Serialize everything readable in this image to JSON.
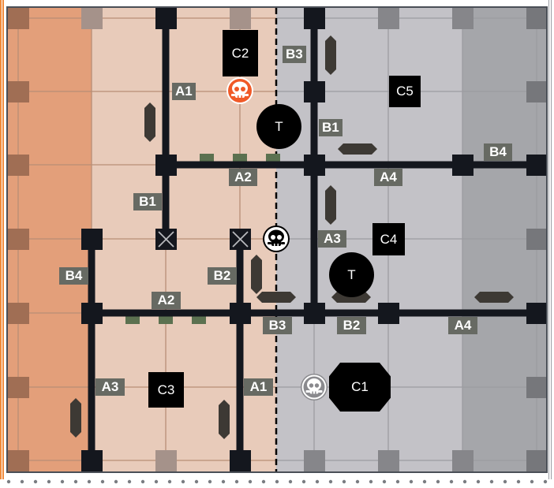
{
  "colors": {
    "zone_orange": "#e39f7a",
    "zone_peach": "#e8cbba",
    "zone_gray": "#c3c2c7",
    "zone_dark_gray": "#a5a6aa",
    "road": "#14171e",
    "label_bg": "#676a63",
    "hostile_skull": "#f05a28",
    "green_marker": "#5b7150",
    "barrier": "#3d3934"
  },
  "road_labels": [
    {
      "id": "a1-top",
      "text": "A1"
    },
    {
      "id": "b3-top",
      "text": "B3"
    },
    {
      "id": "b1-top",
      "text": "B1"
    },
    {
      "id": "b4-right",
      "text": "B4"
    },
    {
      "id": "a2-mid",
      "text": "A2"
    },
    {
      "id": "a4-mid",
      "text": "A4"
    },
    {
      "id": "b1-left",
      "text": "B1"
    },
    {
      "id": "a3-mid",
      "text": "A3"
    },
    {
      "id": "b4-left",
      "text": "B4"
    },
    {
      "id": "b2-mid",
      "text": "B2"
    },
    {
      "id": "a2-low",
      "text": "A2"
    },
    {
      "id": "b3-low",
      "text": "B3"
    },
    {
      "id": "b2-low",
      "text": "B2"
    },
    {
      "id": "a4-low",
      "text": "A4"
    },
    {
      "id": "a3-low",
      "text": "A3"
    },
    {
      "id": "a1-low",
      "text": "A1"
    }
  ],
  "units": [
    {
      "id": "c2",
      "text": "C2",
      "shape": "rect"
    },
    {
      "id": "c5",
      "text": "C5",
      "shape": "rect"
    },
    {
      "id": "t-top",
      "text": "T",
      "shape": "circle"
    },
    {
      "id": "c4",
      "text": "C4",
      "shape": "rect"
    },
    {
      "id": "t-mid",
      "text": "T",
      "shape": "circle"
    },
    {
      "id": "c3",
      "text": "C3",
      "shape": "rect"
    },
    {
      "id": "c1",
      "text": "C1",
      "shape": "octagon"
    }
  ],
  "skulls": [
    {
      "id": "hostile",
      "icon": "skull-icon",
      "style": "orange"
    },
    {
      "id": "neutral-black",
      "icon": "skull-icon",
      "style": "black"
    },
    {
      "id": "neutral-gray",
      "icon": "skull-icon",
      "style": "gray"
    }
  ],
  "blocked_nodes": [
    {
      "id": "blocked-1",
      "icon": "x-icon"
    },
    {
      "id": "blocked-2",
      "icon": "x-icon"
    }
  ]
}
